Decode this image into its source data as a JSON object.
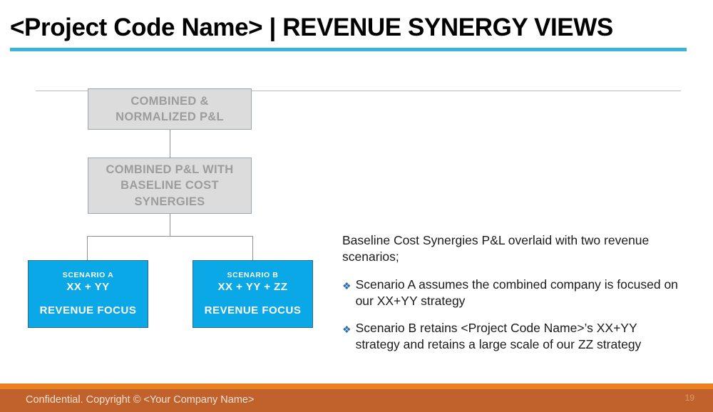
{
  "header": {
    "title": "<Project Code Name> | REVENUE SYNERGY VIEWS",
    "accent_color": "#3BB4DC"
  },
  "diagram": {
    "nodes": [
      {
        "id": "combined-normalized-pl",
        "label": "COMBINED &\nNORMALIZED P&L",
        "line1": "COMBINED &",
        "line2": "NORMALIZED P&L",
        "style": "gray",
        "fill": "#DCDCDC",
        "border": "#9BA7B0",
        "text_color": "#9C9C9C"
      },
      {
        "id": "combined-pl-baseline-cost-synergies",
        "label": "COMBINED P&L WITH\nBASELINE COST\nSYNERGIES",
        "line1": "COMBINED P&L WITH",
        "line2": "BASELINE COST",
        "line3": "SYNERGIES",
        "style": "gray",
        "fill": "#DCDCDC",
        "border": "#9BA7B0",
        "text_color": "#9C9C9C"
      },
      {
        "id": "scenario-a",
        "style": "blue",
        "fill": "#0AA8E6",
        "border": "#2E6C86",
        "text_color": "#FFFFFF",
        "line1": "SCENARIO A",
        "line2": "XX + YY",
        "line3": "REVENUE FOCUS"
      },
      {
        "id": "scenario-b",
        "style": "blue",
        "fill": "#0AA8E6",
        "border": "#2E6C86",
        "text_color": "#FFFFFF",
        "line1": "SCENARIO B",
        "line2": "XX + YY + ZZ",
        "line3": "REVENUE FOCUS"
      }
    ],
    "connector_color": "#8E8E8E",
    "background_rule_color": "#BBBBBB"
  },
  "notes": {
    "lead": "Baseline Cost Synergies P&L overlaid with two revenue scenarios;",
    "bullet_glyph": "❖",
    "bullet_color": "#2B6CA8",
    "bullets": [
      "Scenario A assumes the combined company is focused on our XX+YY strategy",
      "Scenario B retains <Project Code Name>’s XX+YY strategy and retains a large scale of our ZZ strategy"
    ]
  },
  "footer": {
    "text": "Confidential. Copyright © <Your Company Name>",
    "page_number": "19",
    "strip_color": "#E8821E",
    "bar_color": "#C1612B"
  }
}
